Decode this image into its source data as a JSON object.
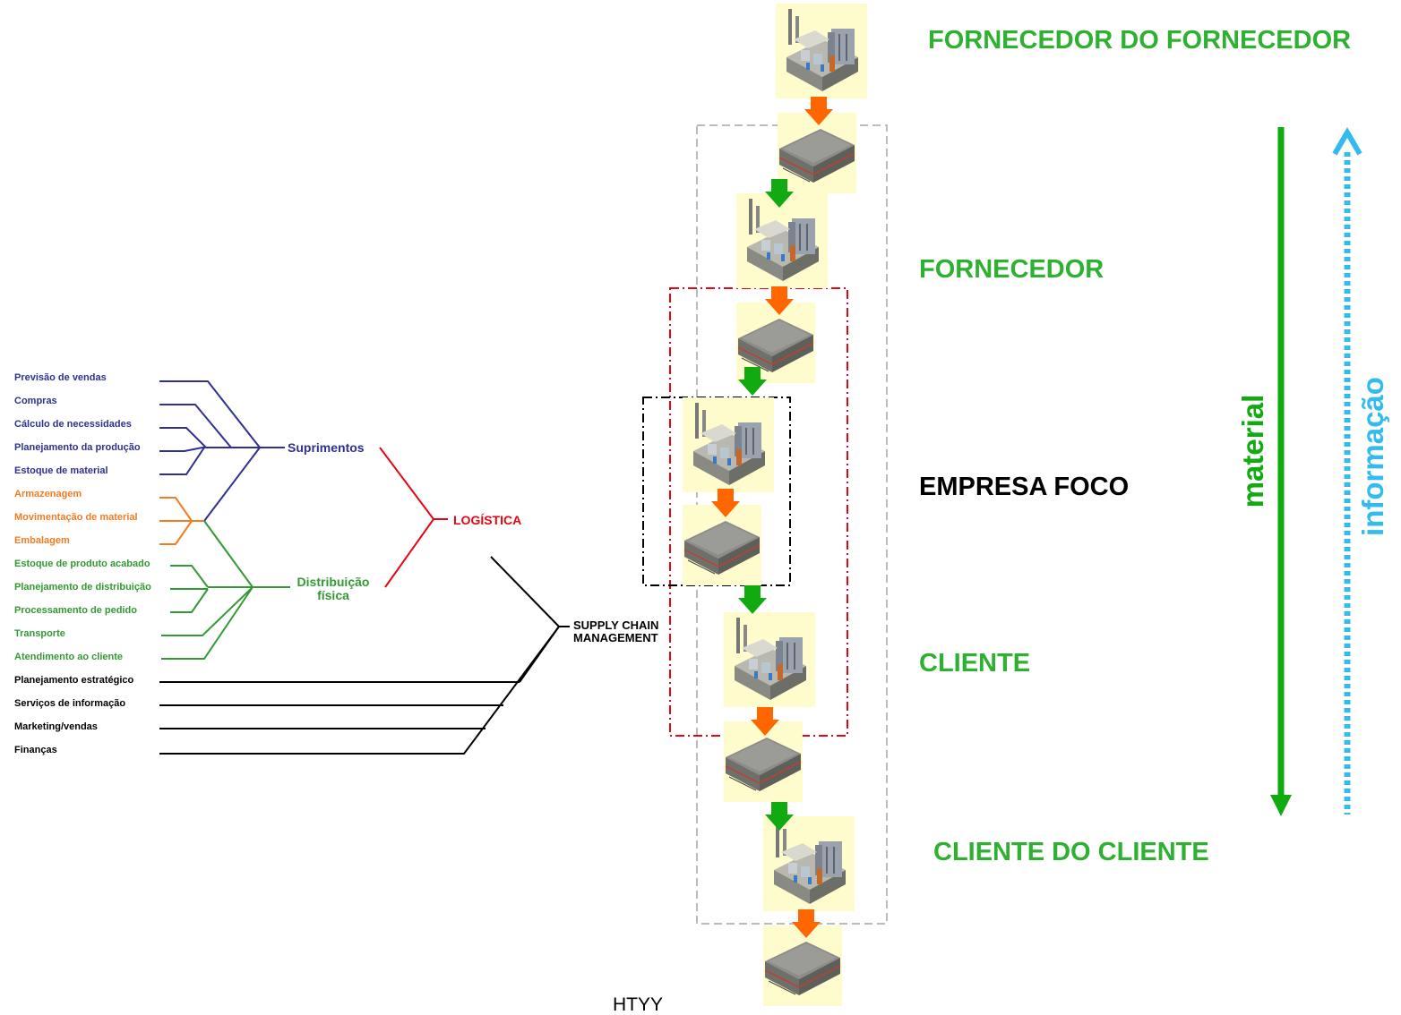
{
  "left_tree": {
    "items": [
      {
        "label": "Previsão de vendas",
        "group": "suprimentos"
      },
      {
        "label": "Compras",
        "group": "suprimentos"
      },
      {
        "label": "Cálculo de necessidades",
        "group": "suprimentos"
      },
      {
        "label": "Planejamento da produção",
        "group": "suprimentos"
      },
      {
        "label": "Estoque de material",
        "group": "suprimentos"
      },
      {
        "label": "Armazenagem",
        "group": "shared"
      },
      {
        "label": "Movimentação de material",
        "group": "shared"
      },
      {
        "label": "Embalagem",
        "group": "shared"
      },
      {
        "label": "Estoque de produto acabado",
        "group": "distribuicao"
      },
      {
        "label": "Planejamento de distribuição",
        "group": "distribuicao"
      },
      {
        "label": "Processamento de pedido",
        "group": "distribuicao"
      },
      {
        "label": "Transporte",
        "group": "distribuicao"
      },
      {
        "label": "Atendimento ao cliente",
        "group": "distribuicao"
      },
      {
        "label": "Planejamento estratégico",
        "group": "scm"
      },
      {
        "label": "Serviços de informação",
        "group": "scm"
      },
      {
        "label": "Marketing/vendas",
        "group": "scm"
      },
      {
        "label": "Finanças",
        "group": "scm"
      }
    ],
    "suprimentos": "Suprimentos",
    "distribuicao": "Distribuição física",
    "logistica": "LOGÍSTICA",
    "scm": "SUPPLY CHAIN MANAGEMENT"
  },
  "chain_labels": {
    "fornecedor_do_fornecedor": "FORNECEDOR DO FORNECEDOR",
    "fornecedor": "FORNECEDOR",
    "empresa_foco": "EMPRESA FOCO",
    "cliente": "CLIENTE",
    "cliente_do_cliente": "CLIENTE DO CLIENTE"
  },
  "flow_labels": {
    "material": "material",
    "informacao": "informação"
  },
  "footer": "HTYY",
  "colors": {
    "suprimentos": "#2e3192",
    "shared": "#f47b20",
    "distribuicao": "#339933",
    "logistica": "#e30613",
    "scm": "#000000",
    "material_arrow": "#11aa11",
    "info_arrow": "#33bbee",
    "tile_bg": "#fefccc",
    "orange_arrow": "#ff6600",
    "green_arrow": "#11aa11"
  }
}
